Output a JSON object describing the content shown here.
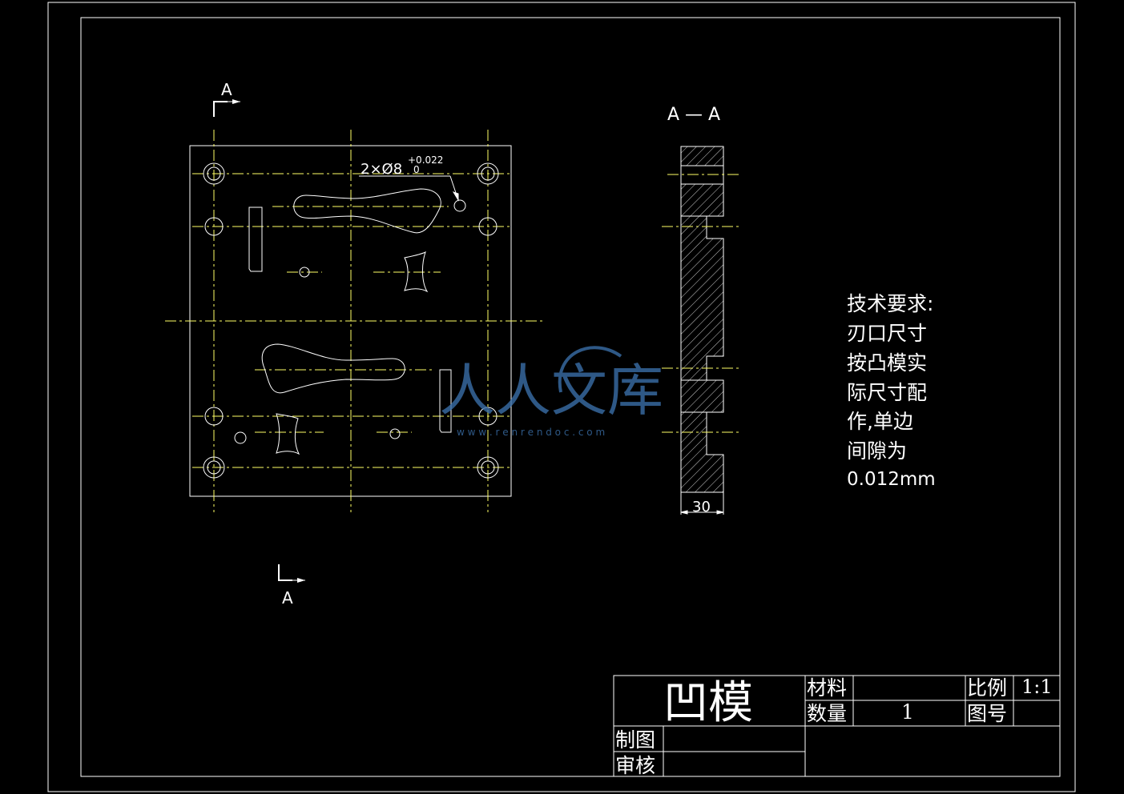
{
  "section_marks": {
    "top_letter": "A",
    "bottom_letter": "A",
    "view_title": "A — A"
  },
  "dimensions": {
    "hole_callout": "2×Ø8",
    "tol_upper": "+0.022",
    "tol_lower": "0",
    "thickness": "30"
  },
  "tech_requirements": {
    "lines": [
      "技术要求:",
      "刃口尺寸",
      "按凸模实",
      "际尺寸配",
      "作,单边",
      "间隙为",
      "0.012mm"
    ]
  },
  "title_block": {
    "part_name": "凹模",
    "material_label": "材料",
    "material_value": "",
    "quantity_label": "数量",
    "quantity_value": "1",
    "scale_label": "比例",
    "scale_value": "1:1",
    "drawing_no_label": "图号",
    "drawing_no_value": "",
    "drawn_by_label": "制图",
    "checked_by_label": "审核"
  },
  "watermark": {
    "text": "人人文库",
    "url": "w w w . r e n r e n d o c . c o m"
  },
  "colors": {
    "background": "#000000",
    "line": "#ffffff",
    "centerline": "#ffff66",
    "watermark": "#3a6fa8"
  }
}
